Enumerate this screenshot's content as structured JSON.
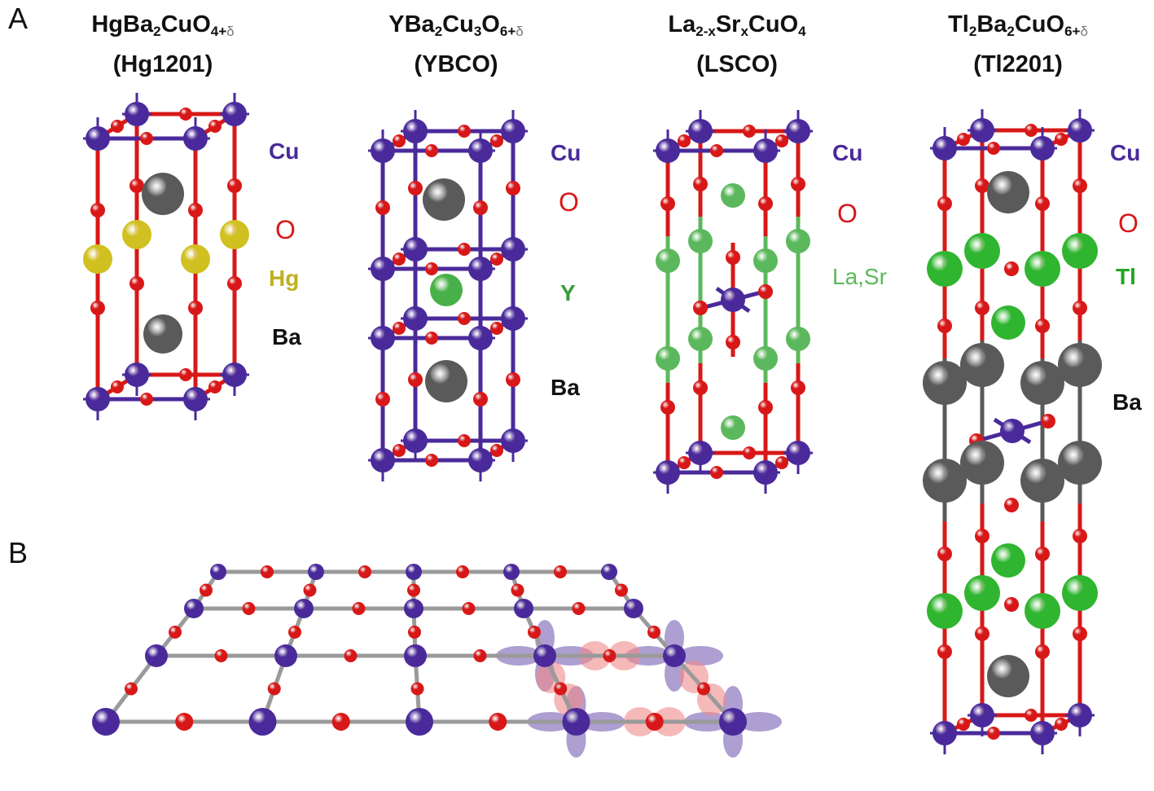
{
  "panels": {
    "a": "A",
    "b": "B"
  },
  "crystals": [
    {
      "formula": [
        "HgBa",
        "2",
        "CuO",
        "4+",
        "δ"
      ],
      "abbr": "(Hg1201)",
      "labels": {
        "cu": "Cu",
        "o": "O",
        "x": "Hg",
        "ba": "Ba"
      }
    },
    {
      "formula": [
        "YBa",
        "2",
        "Cu",
        "3",
        "O",
        "6+",
        "δ"
      ],
      "abbr": "(YBCO)",
      "labels": {
        "cu": "Cu",
        "o": "O",
        "x": "Y",
        "ba": "Ba"
      }
    },
    {
      "formula": [
        "La",
        "2-x",
        "Sr",
        "x",
        "CuO",
        "4"
      ],
      "abbr": "(LSCO)",
      "labels": {
        "cu": "Cu",
        "o": "O",
        "x": "La,Sr"
      }
    },
    {
      "formula": [
        "Tl",
        "2",
        "Ba",
        "2",
        "CuO",
        "6+",
        "δ"
      ],
      "abbr": "(Tl2201)",
      "labels": {
        "cu": "Cu",
        "o": "O",
        "x": "Tl",
        "ba": "Ba"
      }
    }
  ],
  "colors": {
    "cu": "#4a2a9a",
    "o": "#d81818",
    "hg": "#d0c020",
    "y": "#48b048",
    "la_sr": "#5cb85c",
    "tl": "#2fb52f",
    "ba": "#5a5a5a",
    "label_hg": "#c0b020",
    "label_y": "#3a9a3a",
    "label_tl": "#22a622",
    "label_ba": "#111111"
  }
}
